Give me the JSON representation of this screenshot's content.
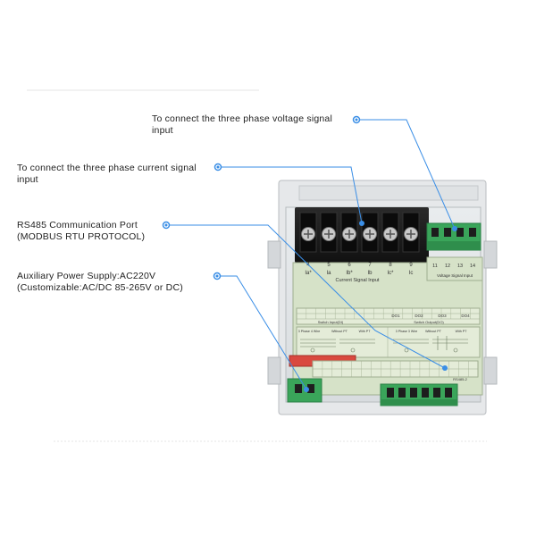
{
  "annotations": {
    "voltage": [
      "To connect the three phase voltage signal",
      "input"
    ],
    "current": [
      "To connect the three phase current signal",
      "input"
    ],
    "rs485": [
      "RS485 Communication Port",
      "(MODBUS RTU PROTOCOL)"
    ],
    "power": [
      "Auxiliary Power Supply:AC220V",
      "(Customizable:AC/DC 85-265V or DC)"
    ]
  },
  "device": {
    "current_terminals": [
      "4",
      "5",
      "6",
      "7",
      "8",
      "9"
    ],
    "current_signals": [
      "Ia*",
      "Ia",
      "Ib*",
      "Ib",
      "Ic*",
      "Ic"
    ],
    "current_label": "Current Signal Input",
    "voltage_terminals": [
      "11",
      "12",
      "13",
      "14"
    ],
    "voltage_label": "Voltage Signal Input",
    "switch_input_label": "Switch Input(DI)",
    "switch_output_label": "Switch Output(DO)",
    "do_labels": [
      "DO1",
      "DO2",
      "DO3",
      "DO4"
    ],
    "wiring_labels": [
      "3 Phase 4 Wire",
      "Without PT",
      "With PT",
      "3 Phase 3 Wire",
      "Without PT",
      "With PT"
    ],
    "rs485_label": "RS485-2",
    "accent_color": "#3a8ee6",
    "terminal_green": "#3aa55a"
  }
}
